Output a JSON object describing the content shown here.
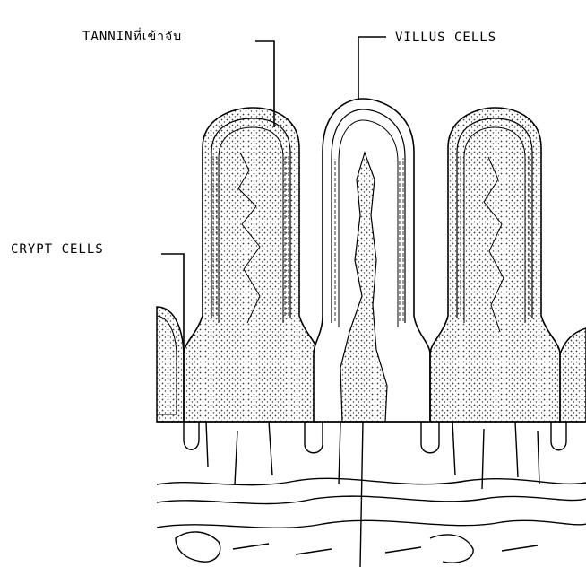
{
  "labels": {
    "tannin": "TANNINที่เข้าจับ",
    "villus": "VILLUS CELLS",
    "crypt": "CRYPT CELLS"
  },
  "colors": {
    "ink": "#000000",
    "background": "#ffffff",
    "stipple": "#3a3a3a"
  }
}
